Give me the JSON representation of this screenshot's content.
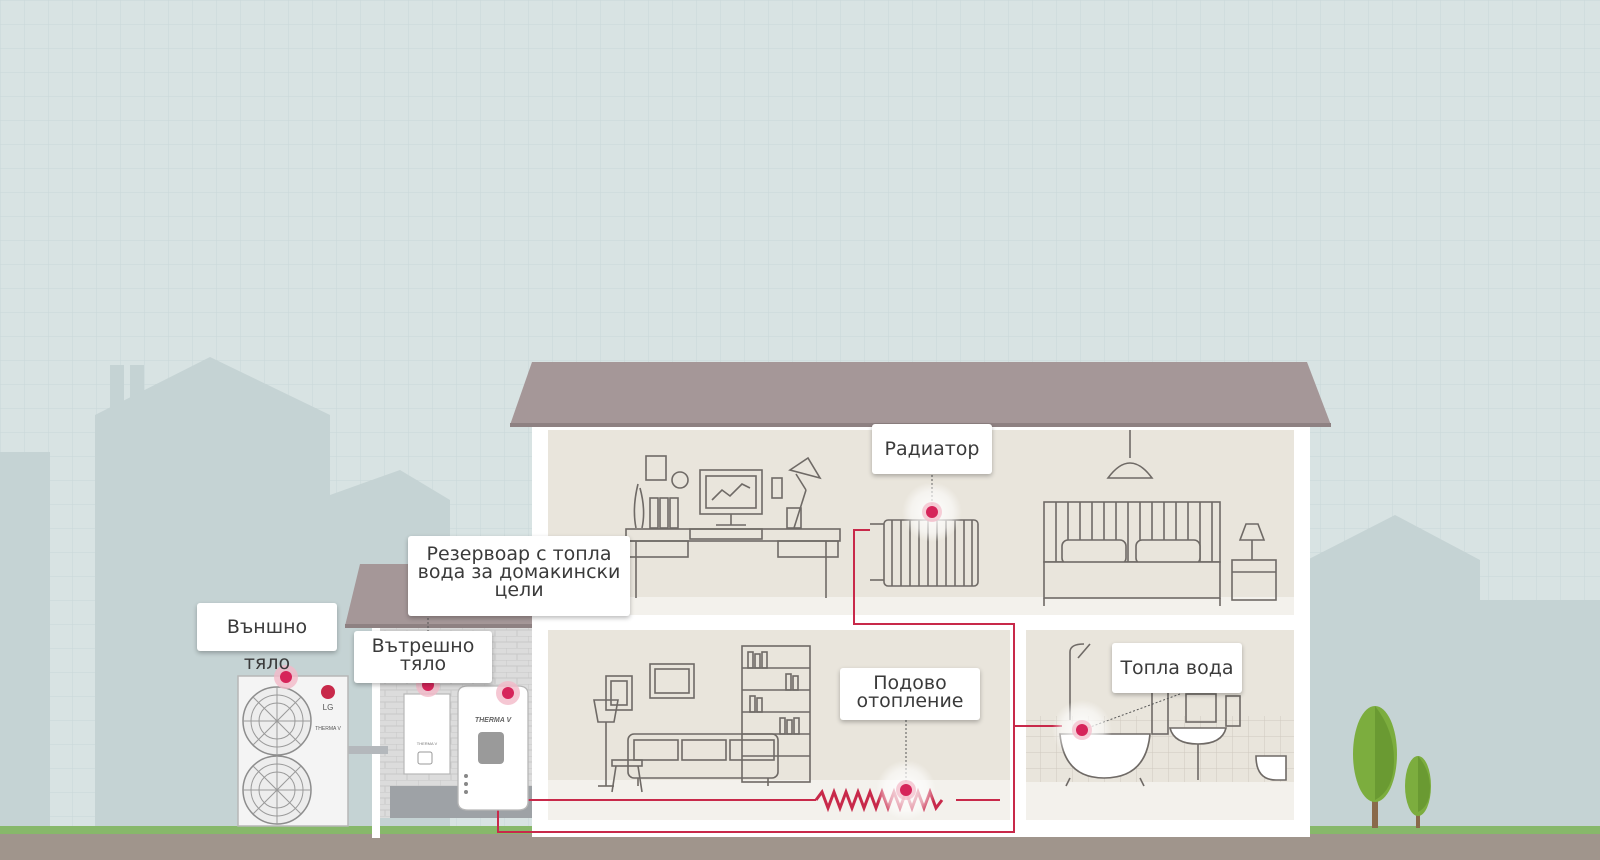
{
  "hotspots": {
    "outdoor_unit": {
      "label": "Външно тяло"
    },
    "indoor_unit": {
      "label_lines": [
        "Вътрешно",
        "тяло"
      ]
    },
    "water_tank": {
      "label_lines": [
        "Резервоар с топла",
        "вода за домакински",
        "цели"
      ]
    },
    "radiator": {
      "label": "Радиатор"
    },
    "floor_heating": {
      "label_lines": [
        "Подово",
        "отопление"
      ]
    },
    "hot_water": {
      "label": "Топла вода"
    }
  },
  "brand": {
    "logo": "LG",
    "product": "THERMA V"
  },
  "colors": {
    "sky": "#d8e3e3",
    "grid": "#c9d7d8",
    "silhouette": "#c5d3d4",
    "roof": "#a59798",
    "wall": "#ffffff",
    "room": "#e9e5dc",
    "room_floor": "#f3f1ec",
    "line_art": "#6f6a66",
    "pipe": "#c8294a",
    "hotspot": "#d6245a",
    "grass": "#87b86a",
    "ground": "#a0958c"
  }
}
